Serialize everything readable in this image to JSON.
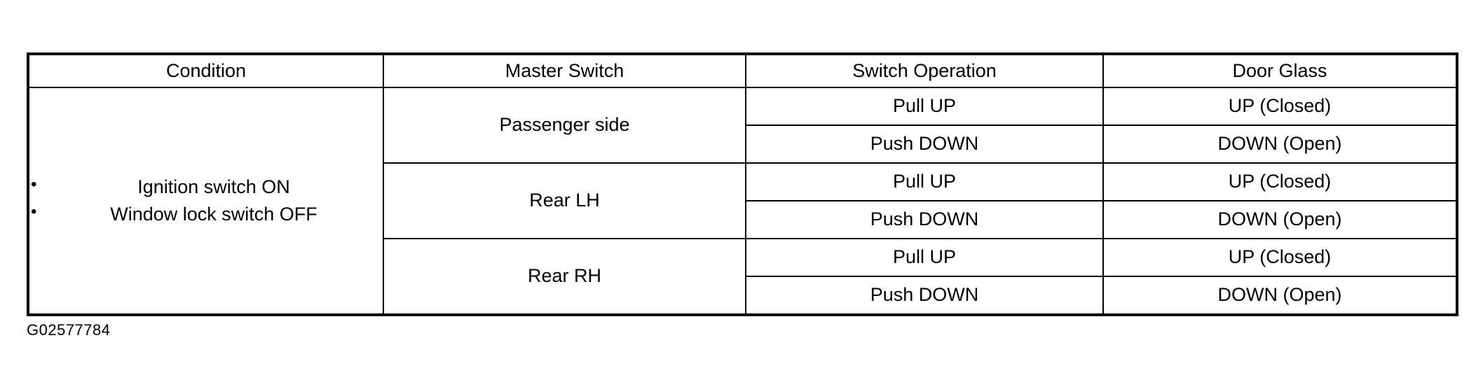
{
  "table": {
    "headers": [
      {
        "label": "Condition"
      },
      {
        "label": "Master Switch"
      },
      {
        "label": "Switch Operation"
      },
      {
        "label": "Door Glass"
      }
    ],
    "condition": {
      "bullets": [
        "Ignition switch ON",
        "Window lock switch OFF"
      ]
    },
    "groups": [
      {
        "master_switch": "Passenger side",
        "rows": [
          {
            "switch_operation": "Pull UP",
            "door_glass": "UP (Closed)"
          },
          {
            "switch_operation": "Push DOWN",
            "door_glass": "DOWN (Open)"
          }
        ]
      },
      {
        "master_switch": "Rear LH",
        "rows": [
          {
            "switch_operation": "Pull UP",
            "door_glass": "UP (Closed)"
          },
          {
            "switch_operation": "Push DOWN",
            "door_glass": "DOWN (Open)"
          }
        ]
      },
      {
        "master_switch": "Rear RH",
        "rows": [
          {
            "switch_operation": "Pull UP",
            "door_glass": "UP (Closed)"
          },
          {
            "switch_operation": "Push DOWN",
            "door_glass": "DOWN (Open)"
          }
        ]
      }
    ]
  },
  "caption": {
    "figure_id": "G02577784"
  },
  "colors": {
    "ink": "#000000",
    "paper": "#ffffff"
  }
}
